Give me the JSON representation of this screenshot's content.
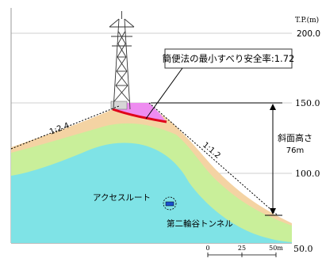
{
  "axis": {
    "unit_label": "T.P.(m)",
    "ticks": [
      {
        "label": "200.0",
        "value": 200
      },
      {
        "label": "150.0",
        "value": 150
      },
      {
        "label": "100.0",
        "value": 100
      },
      {
        "label": "50.0",
        "value": 50
      }
    ]
  },
  "callout": {
    "text": "簡便法の最小すべり安全率:1.72"
  },
  "slopes": {
    "left": "1:2.4",
    "right": "1:1.2"
  },
  "height": {
    "label": "斜面高さ",
    "value": "76m"
  },
  "labels": {
    "access_route": "アクセスルート",
    "tunnel": "第二輪谷トンネル"
  },
  "scale": {
    "ticks": [
      "0",
      "25",
      "50m"
    ]
  },
  "colors": {
    "bedrock": "#7fe3e6",
    "green_layer": "#c9ef9a",
    "tan_layer": "#f4d3a3",
    "pink_fill": "#ee8cf0",
    "slip_surface": "#e0001a"
  }
}
